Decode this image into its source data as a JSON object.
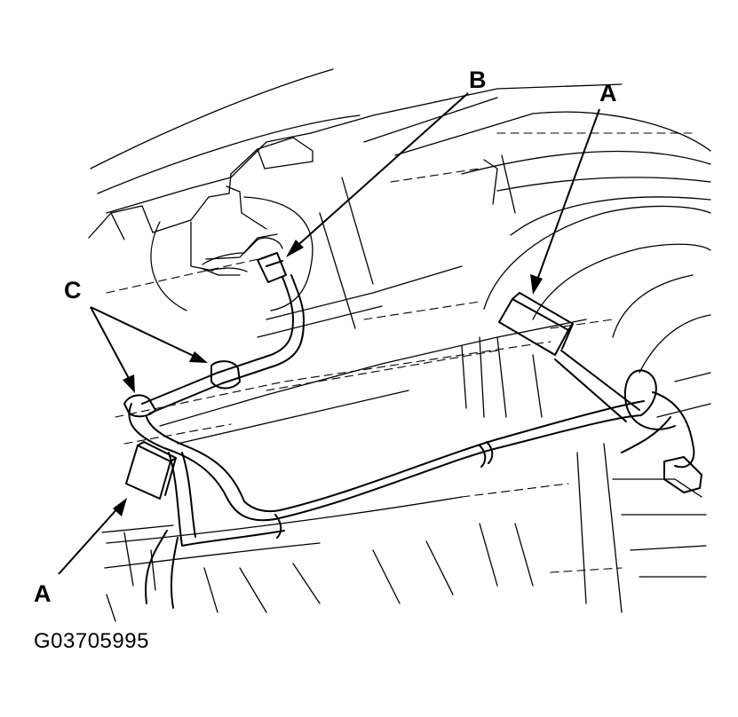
{
  "labels": {
    "a_top": "A",
    "a_bottom": "A",
    "b": "B",
    "c": "C"
  },
  "figure_code": "G03705995",
  "colors": {
    "ink": "#000000",
    "paper": "#ffffff"
  }
}
